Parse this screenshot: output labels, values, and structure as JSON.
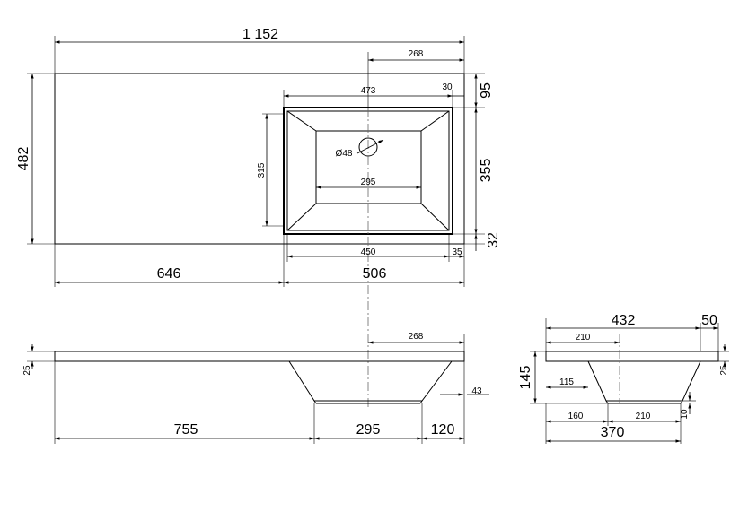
{
  "plan_view": {
    "overall_width": "1 152",
    "depth": "482",
    "bowl_offset_right_top": "268",
    "bowl_outer_width": "473",
    "rim_top": "30",
    "bowl_top_margin": "95",
    "bowl_inner_height": "315",
    "bowl_outer_height": "355",
    "drain_label": "Ø48",
    "bowl_bottom_width": "295",
    "bowl_bottom_margin": "32",
    "bowl_inner_width": "450",
    "right_margin": "35",
    "left_part": "646",
    "right_part": "506"
  },
  "front_view": {
    "thickness": "25",
    "drain_offset_right": "268",
    "depth_step": "43",
    "left_part": "755",
    "bowl_bottom": "295",
    "right_part": "120"
  },
  "side_view": {
    "total_depth": "432",
    "front_rim": "50",
    "drain_offset": "210",
    "height": "145",
    "bottom_offset_left": "115",
    "thickness": "25",
    "bottom_start": "160",
    "bottom_width": "210",
    "bottom_step": "10",
    "bowl_width": "370"
  }
}
